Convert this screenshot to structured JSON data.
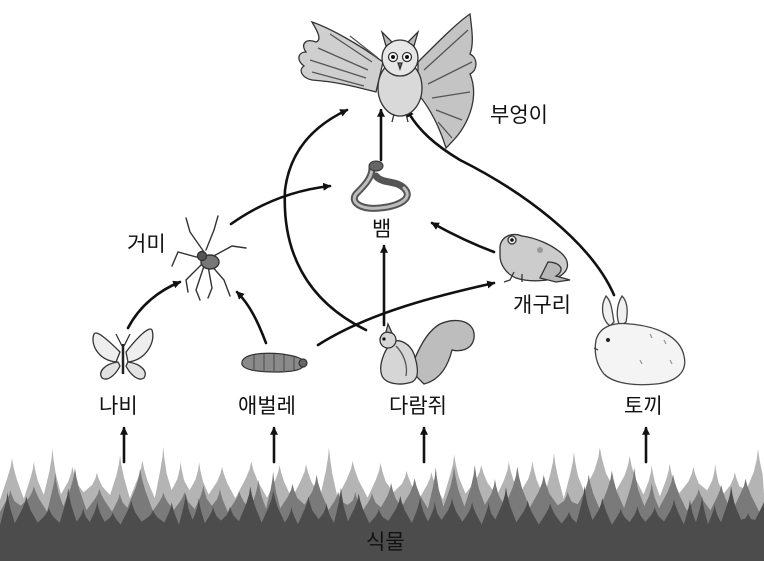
{
  "organisms": {
    "owl": "부엉이",
    "snake": "뱀",
    "spider": "거미",
    "frog": "개구리",
    "butterfly": "나비",
    "caterpillar": "애벌레",
    "squirrel": "다람쥐",
    "rabbit": "토끼",
    "plants": "식물"
  },
  "colors": {
    "arrow": "#111111",
    "tree_dark": "#4a4a4a",
    "tree_mid": "#6e6e6e",
    "tree_light": "#a8a8a8"
  }
}
